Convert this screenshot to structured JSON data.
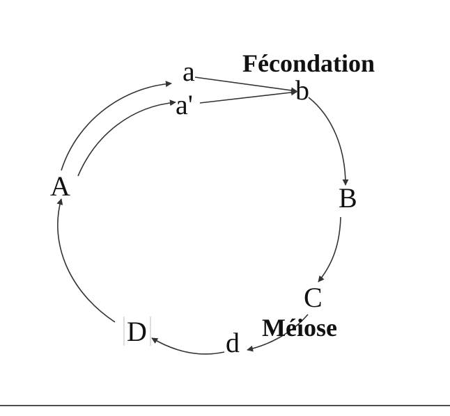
{
  "nodes": {
    "a": "a",
    "a_prime": "a'",
    "b": "b",
    "B": "B",
    "C": "C",
    "d": "d",
    "D": "D",
    "A": "A"
  },
  "stages": {
    "fecondation": "Fécondation",
    "meiose": "Méiose"
  },
  "colors": {
    "ink": "#111111",
    "arrow": "#333333"
  }
}
